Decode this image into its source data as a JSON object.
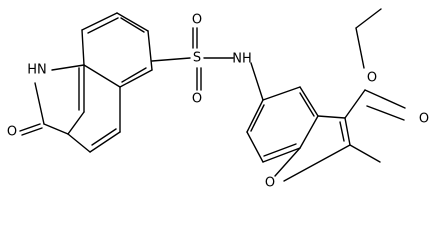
{
  "structure": {
    "line_color": "#000000",
    "background": "#ffffff",
    "atom_labels": {
      "nh": "HN",
      "lactam_o": "O",
      "s": "S",
      "s_o_top": "O",
      "s_o_bottom": "O",
      "sulfonamide_nh": "NH",
      "ester_o_carbonyl": "O",
      "ester_o_ether": "O",
      "furan_o": "O"
    }
  }
}
